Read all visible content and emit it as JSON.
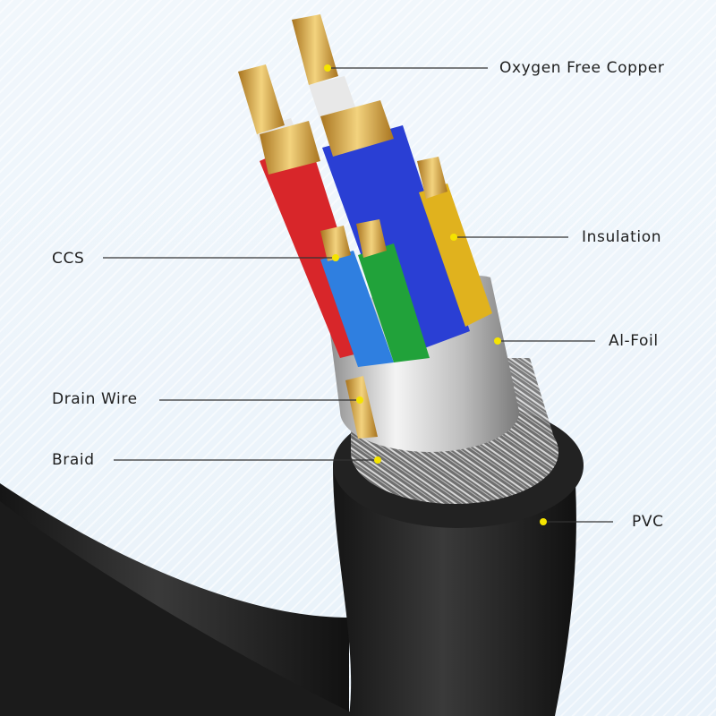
{
  "diagram": {
    "subject": "Cable cross-section",
    "accent_dot_color": "#f5e400",
    "leader_line_color": "#333333",
    "colors": {
      "background": "#eef5fb",
      "pvc_jacket": "#1f1f1f",
      "braid": "#9a9a9a",
      "foil": "#c9c9c9",
      "copper": "#d9a84a",
      "insulation_red": "#d8262a",
      "insulation_blue": "#2a3fd4",
      "insulation_light_blue": "#2f7fe0",
      "insulation_green": "#21a23a",
      "insulation_yellow": "#e0b21e",
      "inner_white": "#e8e8e8"
    },
    "callouts": [
      {
        "id": "oxygen-free-copper",
        "label": "Oxygen Free Copper",
        "side": "right"
      },
      {
        "id": "insulation",
        "label": "Insulation",
        "side": "right"
      },
      {
        "id": "al-foil",
        "label": "Al-Foil",
        "side": "right"
      },
      {
        "id": "pvc",
        "label": "PVC",
        "side": "right"
      },
      {
        "id": "ccs",
        "label": "CCS",
        "side": "left"
      },
      {
        "id": "drain-wire",
        "label": "Drain Wire",
        "side": "left"
      },
      {
        "id": "braid",
        "label": "Braid",
        "side": "left"
      }
    ]
  }
}
